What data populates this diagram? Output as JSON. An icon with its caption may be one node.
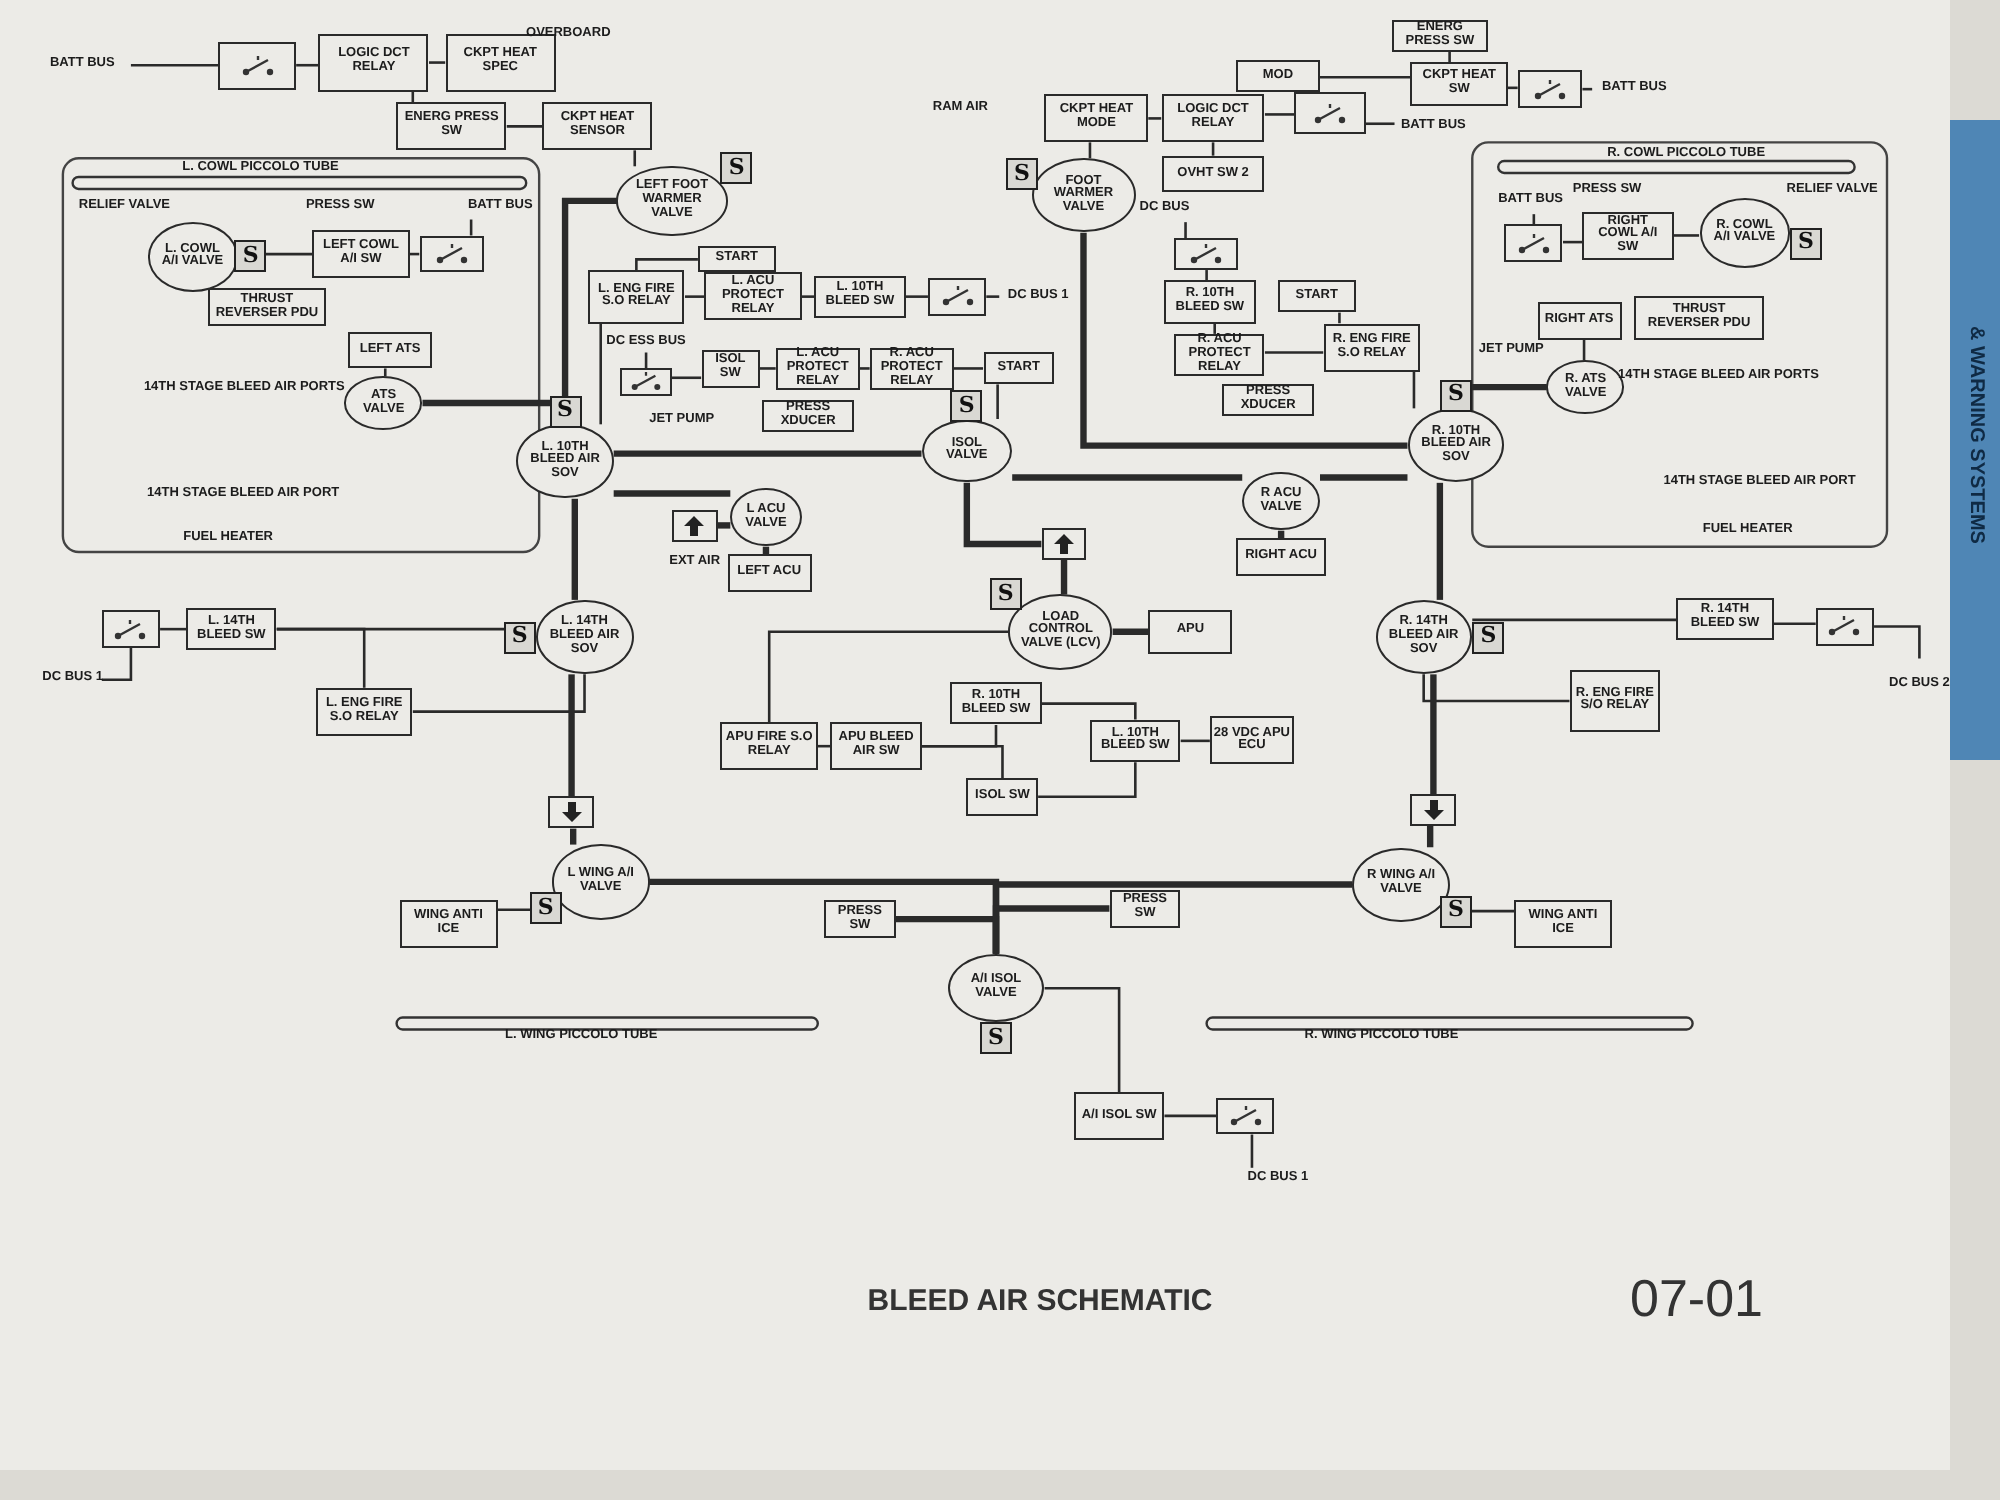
{
  "diagram": {
    "title": "BLEED AIR SCHEMATIC",
    "nodes": [
      {
        "text": [
          "BATT BUS"
        ]
      },
      {
        "text": [],
        "shape": "box"
      },
      {
        "text": [
          "LOGIC DCT RELAY"
        ]
      },
      {
        "text": [
          "CKPT HEAT SPEC"
        ]
      },
      {
        "text": [
          "ENERG PRESS SW"
        ]
      },
      {
        "text": [
          "CKPT HEAT SENSOR"
        ]
      },
      {
        "text": [
          "CKPT HEAT MODE"
        ]
      },
      {
        "text": [
          "LOGIC DCT RELAY"
        ]
      },
      {
        "text": [],
        "shape": "box"
      },
      {
        "text": [
          "BATT BUS"
        ]
      },
      {
        "text": [
          "OVHT SW 2"
        ]
      },
      {
        "text": [
          "MOD"
        ]
      },
      {
        "text": [
          "ENERG PRESS SW"
        ]
      },
      {
        "text": [
          "CKPT HEAT SW"
        ]
      },
      {
        "text": [],
        "shape": "box"
      },
      {
        "text": [
          "BATT BUS"
        ]
      },
      {
        "text": [
          "LEFT FOOT WARMER VALVE"
        ],
        "beside": [
          "S"
        ]
      },
      {
        "text": [
          "FOOT WARMER VALVE"
        ],
        "beside": [
          "S"
        ]
      },
      {
        "text": [
          "L. COWL A/I VALVE"
        ],
        "beside": [
          "S"
        ]
      },
      {
        "text": [
          "LEFT COWL A/I SW"
        ]
      },
      {
        "text": [],
        "shape": "box"
      },
      {
        "text": [
          "BATT BUS"
        ]
      },
      {
        "text": [
          "THRUST REVERSER PDU"
        ]
      },
      {
        "text": [
          "LEFT ATS"
        ]
      },
      {
        "text": [
          "ATS VALVE"
        ]
      },
      {
        "text": [
          "START"
        ]
      },
      {
        "text": [
          "L. ENG FIRE S.O RELAY"
        ]
      },
      {
        "text": [
          "L. ACU PROTECT RELAY"
        ]
      },
      {
        "text": [
          "L. 10TH BLEED SW"
        ]
      },
      {
        "text": [],
        "shape": "box"
      },
      {
        "text": [
          "DC BUS 1"
        ]
      },
      {
        "text": [
          "DC ESS BUS"
        ]
      },
      {
        "text": [],
        "shape": "box"
      },
      {
        "text": [
          "ISOL SW"
        ]
      },
      {
        "text": [
          "L. ACU PROTECT RELAY"
        ]
      },
      {
        "text": [
          "R. ACU PROTECT RELAY"
        ]
      },
      {
        "text": [
          "START"
        ]
      },
      {
        "text": [
          "PRESS XDUCER"
        ]
      },
      {
        "text": [
          "L. 10TH BLEED AIR SOV"
        ],
        "beside": [
          "S"
        ]
      },
      {
        "text": [
          "ISOL VALVE"
        ],
        "beside": [
          "S"
        ]
      },
      {
        "text": [
          "L ACU VALVE"
        ]
      },
      {
        "text": [
          "LEFT ACU"
        ]
      },
      {
        "text": [],
        "shape": "box",
        "beside": [
          "EXT AIR"
        ]
      },
      {
        "text": [],
        "shape": "box"
      },
      {
        "text": [
          "LOAD CONTROL VALVE (LCV)"
        ],
        "beside": [
          "S"
        ]
      },
      {
        "text": [
          "APU"
        ]
      },
      {
        "text": [
          "R ACU VALVE"
        ]
      },
      {
        "text": [
          "RIGHT ACU"
        ]
      },
      {
        "text": [
          "DC BUS"
        ]
      },
      {
        "text": [],
        "shape": "box"
      },
      {
        "text": [
          "R. 10TH BLEED SW"
        ]
      },
      {
        "text": [
          "START"
        ]
      },
      {
        "text": [
          "R. ACU PROTECT RELAY"
        ]
      },
      {
        "text": [
          "R. ENG FIRE S.O RELAY"
        ]
      },
      {
        "text": [
          "PRESS XDUCER"
        ]
      },
      {
        "text": [
          "R. 10TH BLEED AIR SOV"
        ],
        "beside": [
          "S"
        ]
      },
      {
        "text": [
          "BATT BUS"
        ]
      },
      {
        "text": [],
        "shape": "box"
      },
      {
        "text": [
          "RIGHT COWL A/I SW"
        ]
      },
      {
        "text": [
          "R. COWL A/I VALVE"
        ],
        "beside": [
          "S"
        ]
      },
      {
        "text": [
          "THRUST REVERSER PDU"
        ]
      },
      {
        "text": [
          "RIGHT ATS"
        ]
      },
      {
        "text": [
          "R. ATS VALVE"
        ]
      },
      {
        "text": [
          "DC BUS 1"
        ]
      },
      {
        "text": [],
        "shape": "box"
      },
      {
        "text": [
          "L. 14TH BLEED SW"
        ]
      },
      {
        "text": [
          "L. ENG FIRE S.O RELAY"
        ]
      },
      {
        "text": [
          "L. 14TH BLEED AIR SOV"
        ],
        "beside": [
          "S"
        ]
      },
      {
        "text": [
          "APU FIRE S.O RELAY"
        ]
      },
      {
        "text": [
          "APU BLEED AIR SW"
        ]
      },
      {
        "text": [
          "R. 10TH BLEED SW"
        ]
      },
      {
        "text": [
          "ISOL SW"
        ]
      },
      {
        "text": [
          "L. 10TH BLEED SW"
        ]
      },
      {
        "text": [
          "28 VDC APU ECU"
        ]
      },
      {
        "text": [
          "R. 14TH BLEED AIR SOV"
        ],
        "beside": [
          "S"
        ]
      },
      {
        "text": [
          "R. ENG FIRE S/O RELAY"
        ]
      },
      {
        "text": [
          "R. 14TH BLEED SW"
        ]
      },
      {
        "text": [],
        "shape": "box"
      },
      {
        "text": [
          "DC BUS 2"
        ]
      },
      {
        "text": [],
        "shape": "box"
      },
      {
        "text": [],
        "shape": "box"
      },
      {
        "text": [
          "L WING A/I VALVE"
        ],
        "beside": [
          "S"
        ]
      },
      {
        "text": [
          "WING ANTI ICE"
        ]
      },
      {
        "text": [
          "PRESS SW"
        ]
      },
      {
        "text": [
          "PRESS SW"
        ]
      },
      {
        "text": [
          "R WING A/I VALVE"
        ],
        "beside": [
          "S"
        ]
      },
      {
        "text": [
          "WING ANTI ICE"
        ]
      },
      {
        "text": [
          "A/I ISOL VALVE"
        ],
        "beside": [
          "S"
        ]
      },
      {
        "text": [
          "A/I ISOL SW"
        ]
      },
      {
        "text": [],
        "shape": "box"
      },
      {
        "text": [
          "DC BUS 1"
        ]
      }
    ],
    "edges": [
      {
        "from": 0,
        "to": 1,
        "arrow": "none"
      },
      {
        "from": 1,
        "to": 2,
        "arrow": "none"
      },
      {
        "from": 2,
        "to": 3,
        "arrow": "none"
      },
      {
        "from": 2,
        "to": 4,
        "arrow": "none"
      },
      {
        "from": 4,
        "to": 5,
        "arrow": "none"
      },
      {
        "from": 5,
        "to": 16,
        "arrow": "none"
      },
      {
        "from": 6,
        "to": 7,
        "arrow": "none"
      },
      {
        "from": 7,
        "to": 8,
        "arrow": "none"
      },
      {
        "from": 8,
        "to": 9,
        "arrow": "none"
      },
      {
        "from": 7,
        "to": 10,
        "arrow": "none"
      },
      {
        "from": 6,
        "to": 17,
        "arrow": "none"
      },
      {
        "from": 11,
        "to": 13,
        "arrow": "none"
      },
      {
        "from": 12,
        "to": 13,
        "arrow": "none"
      },
      {
        "from": 13,
        "to": 14,
        "arrow": "none"
      },
      {
        "from": 14,
        "to": 15,
        "arrow": "none"
      },
      {
        "from": 18,
        "to": 19,
        "arrow": "none"
      },
      {
        "from": 19,
        "to": 20,
        "arrow": "none"
      },
      {
        "from": 20,
        "to": 21,
        "arrow": "none"
      },
      {
        "from": 23,
        "to": 24,
        "arrow": "none"
      },
      {
        "from": 25,
        "to": 26,
        "arrow": "none"
      },
      {
        "from": 26,
        "to": 27,
        "arrow": "none"
      },
      {
        "from": 27,
        "to": 28,
        "arrow": "none"
      },
      {
        "from": 28,
        "to": 29,
        "arrow": "none"
      },
      {
        "from": 29,
        "to": 30,
        "arrow": "none"
      },
      {
        "from": 26,
        "to": 38,
        "arrow": "none"
      },
      {
        "from": 31,
        "to": 32,
        "arrow": "none"
      },
      {
        "from": 32,
        "to": 33,
        "arrow": "none"
      },
      {
        "from": 33,
        "to": 34,
        "arrow": "none"
      },
      {
        "from": 34,
        "to": 35,
        "arrow": "none"
      },
      {
        "from": 35,
        "to": 36,
        "arrow": "none"
      },
      {
        "from": 36,
        "to": 39,
        "arrow": "none"
      },
      {
        "from": 16,
        "to": 38,
        "arrow": "none",
        "style": "thick"
      },
      {
        "from": 38,
        "to": 40,
        "arrow": "none",
        "style": "thick"
      },
      {
        "from": 38,
        "to": 39,
        "arrow": "none",
        "style": "thick"
      },
      {
        "from": 39,
        "to": 46,
        "arrow": "none",
        "style": "thick"
      },
      {
        "from": 46,
        "to": 55,
        "arrow": "none",
        "style": "thick"
      },
      {
        "from": 55,
        "to": 17,
        "arrow": "none",
        "style": "thick"
      },
      {
        "from": 40,
        "to": 41,
        "arrow": "none",
        "style": "thick"
      },
      {
        "from": 46,
        "to": 47,
        "arrow": "none",
        "style": "thick"
      },
      {
        "from": 42,
        "to": 40,
        "arrow": "none",
        "style": "thick"
      },
      {
        "from": 43,
        "to": 39,
        "arrow": "none",
        "style": "thick"
      },
      {
        "from": 44,
        "to": 43,
        "arrow": "none",
        "style": "thick"
      },
      {
        "from": 44,
        "to": 45,
        "arrow": "none",
        "style": "thick"
      },
      {
        "from": 24,
        "to": 38,
        "arrow": "none",
        "style": "thick"
      },
      {
        "from": 62,
        "to": 55,
        "arrow": "none",
        "style": "thick"
      },
      {
        "from": 48,
        "to": 49,
        "arrow": "none"
      },
      {
        "from": 49,
        "to": 50,
        "arrow": "none"
      },
      {
        "from": 50,
        "to": 52,
        "arrow": "none"
      },
      {
        "from": 51,
        "to": 53,
        "arrow": "none"
      },
      {
        "from": 52,
        "to": 53,
        "arrow": "none"
      },
      {
        "from": 53,
        "to": 55,
        "arrow": "none"
      },
      {
        "from": 56,
        "to": 57,
        "arrow": "none"
      },
      {
        "from": 57,
        "to": 58,
        "arrow": "none"
      },
      {
        "from": 58,
        "to": 59,
        "arrow": "none"
      },
      {
        "from": 61,
        "to": 62,
        "arrow": "none"
      },
      {
        "from": 63,
        "to": 64,
        "arrow": "none"
      },
      {
        "from": 64,
        "to": 65,
        "arrow": "none"
      },
      {
        "from": 65,
        "to": 67,
        "arrow": "none"
      },
      {
        "from": 65,
        "to": 66,
        "arrow": "none"
      },
      {
        "from": 66,
        "to": 67,
        "arrow": "none"
      },
      {
        "from": 38,
        "to": 67,
        "arrow": "none",
        "style": "thick"
      },
      {
        "from": 67,
        "to": 79,
        "arrow": "none",
        "style": "thick"
      },
      {
        "from": 79,
        "to": 81,
        "arrow": "none",
        "style": "thick"
      },
      {
        "from": 68,
        "to": 69,
        "arrow": "none"
      },
      {
        "from": 69,
        "to": 70,
        "arrow": "none"
      },
      {
        "from": 69,
        "to": 71,
        "arrow": "none"
      },
      {
        "from": 70,
        "to": 72,
        "arrow": "none"
      },
      {
        "from": 71,
        "to": 72,
        "arrow": "none"
      },
      {
        "from": 72,
        "to": 73,
        "arrow": "none"
      },
      {
        "from": 68,
        "to": 44,
        "arrow": "none"
      },
      {
        "from": 76,
        "to": 77,
        "arrow": "none"
      },
      {
        "from": 77,
        "to": 78,
        "arrow": "none"
      },
      {
        "from": 76,
        "to": 74,
        "arrow": "none"
      },
      {
        "from": 75,
        "to": 74,
        "arrow": "none"
      },
      {
        "from": 74,
        "to": 80,
        "arrow": "none",
        "style": "thick"
      },
      {
        "from": 80,
        "to": 85,
        "arrow": "none",
        "style": "thick"
      },
      {
        "from": 55,
        "to": 74,
        "arrow": "none",
        "style": "thick"
      },
      {
        "from": 82,
        "to": 81,
        "arrow": "none"
      },
      {
        "from": 86,
        "to": 85,
        "arrow": "none"
      },
      {
        "from": 81,
        "to": 87,
        "arrow": "none",
        "style": "thick"
      },
      {
        "from": 85,
        "to": 87,
        "arrow": "none",
        "style": "thick"
      },
      {
        "from": 83,
        "to": 87,
        "arrow": "none",
        "style": "thick"
      },
      {
        "from": 84,
        "to": 87,
        "arrow": "none",
        "style": "thick"
      },
      {
        "from": 87,
        "to": 88,
        "arrow": "none"
      },
      {
        "from": 88,
        "to": 89,
        "arrow": "none"
      },
      {
        "from": 89,
        "to": 90,
        "arrow": "none"
      }
    ],
    "labels": [
      "OVERBOARD",
      "RAM AIR",
      "L. COWL PICCOLO TUBE",
      "RELIEF VALVE",
      "PRESS SW",
      "14TH STAGE BLEED AIR PORTS",
      "JET PUMP",
      "14TH STAGE BLEED AIR PORT",
      "FUEL HEATER",
      "R. COWL PICCOLO TUBE",
      "RELIEF VALVE",
      "PRESS SW",
      "JET PUMP",
      "14TH STAGE BLEED AIR PORTS",
      "14TH STAGE BLEED AIR PORT",
      "FUEL HEATER",
      "L. WING PICCOLO TUBE",
      "R. WING PICCOLO TUBE",
      "07-01",
      "& WARNING SYSTEMS"
    ]
  }
}
